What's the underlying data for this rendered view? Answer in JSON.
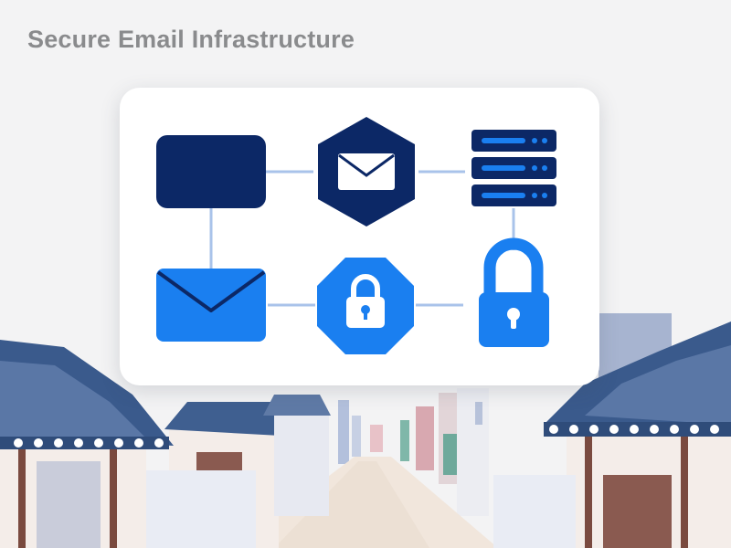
{
  "header": {
    "title": "Secure Email Infrastructure"
  },
  "colors": {
    "navy": "#0c2866",
    "blue": "#1a7ff0",
    "connector": "#a9c3ea",
    "card": "#ffffff",
    "background": "#f3f3f4",
    "roof": "#3a5a8c"
  },
  "diagram": {
    "nodes": [
      {
        "id": "client",
        "icon": "client-box-icon"
      },
      {
        "id": "mail-gateway",
        "icon": "envelope-hexagon-icon"
      },
      {
        "id": "server",
        "icon": "server-stack-icon"
      },
      {
        "id": "mailbox",
        "icon": "envelope-icon"
      },
      {
        "id": "encryption",
        "icon": "lock-octagon-icon"
      },
      {
        "id": "secure-storage",
        "icon": "padlock-icon"
      }
    ],
    "edges": [
      [
        "client",
        "mail-gateway"
      ],
      [
        "mail-gateway",
        "server"
      ],
      [
        "client",
        "mailbox"
      ],
      [
        "server",
        "secure-storage"
      ],
      [
        "mailbox",
        "encryption"
      ],
      [
        "encryption",
        "secure-storage"
      ]
    ]
  }
}
